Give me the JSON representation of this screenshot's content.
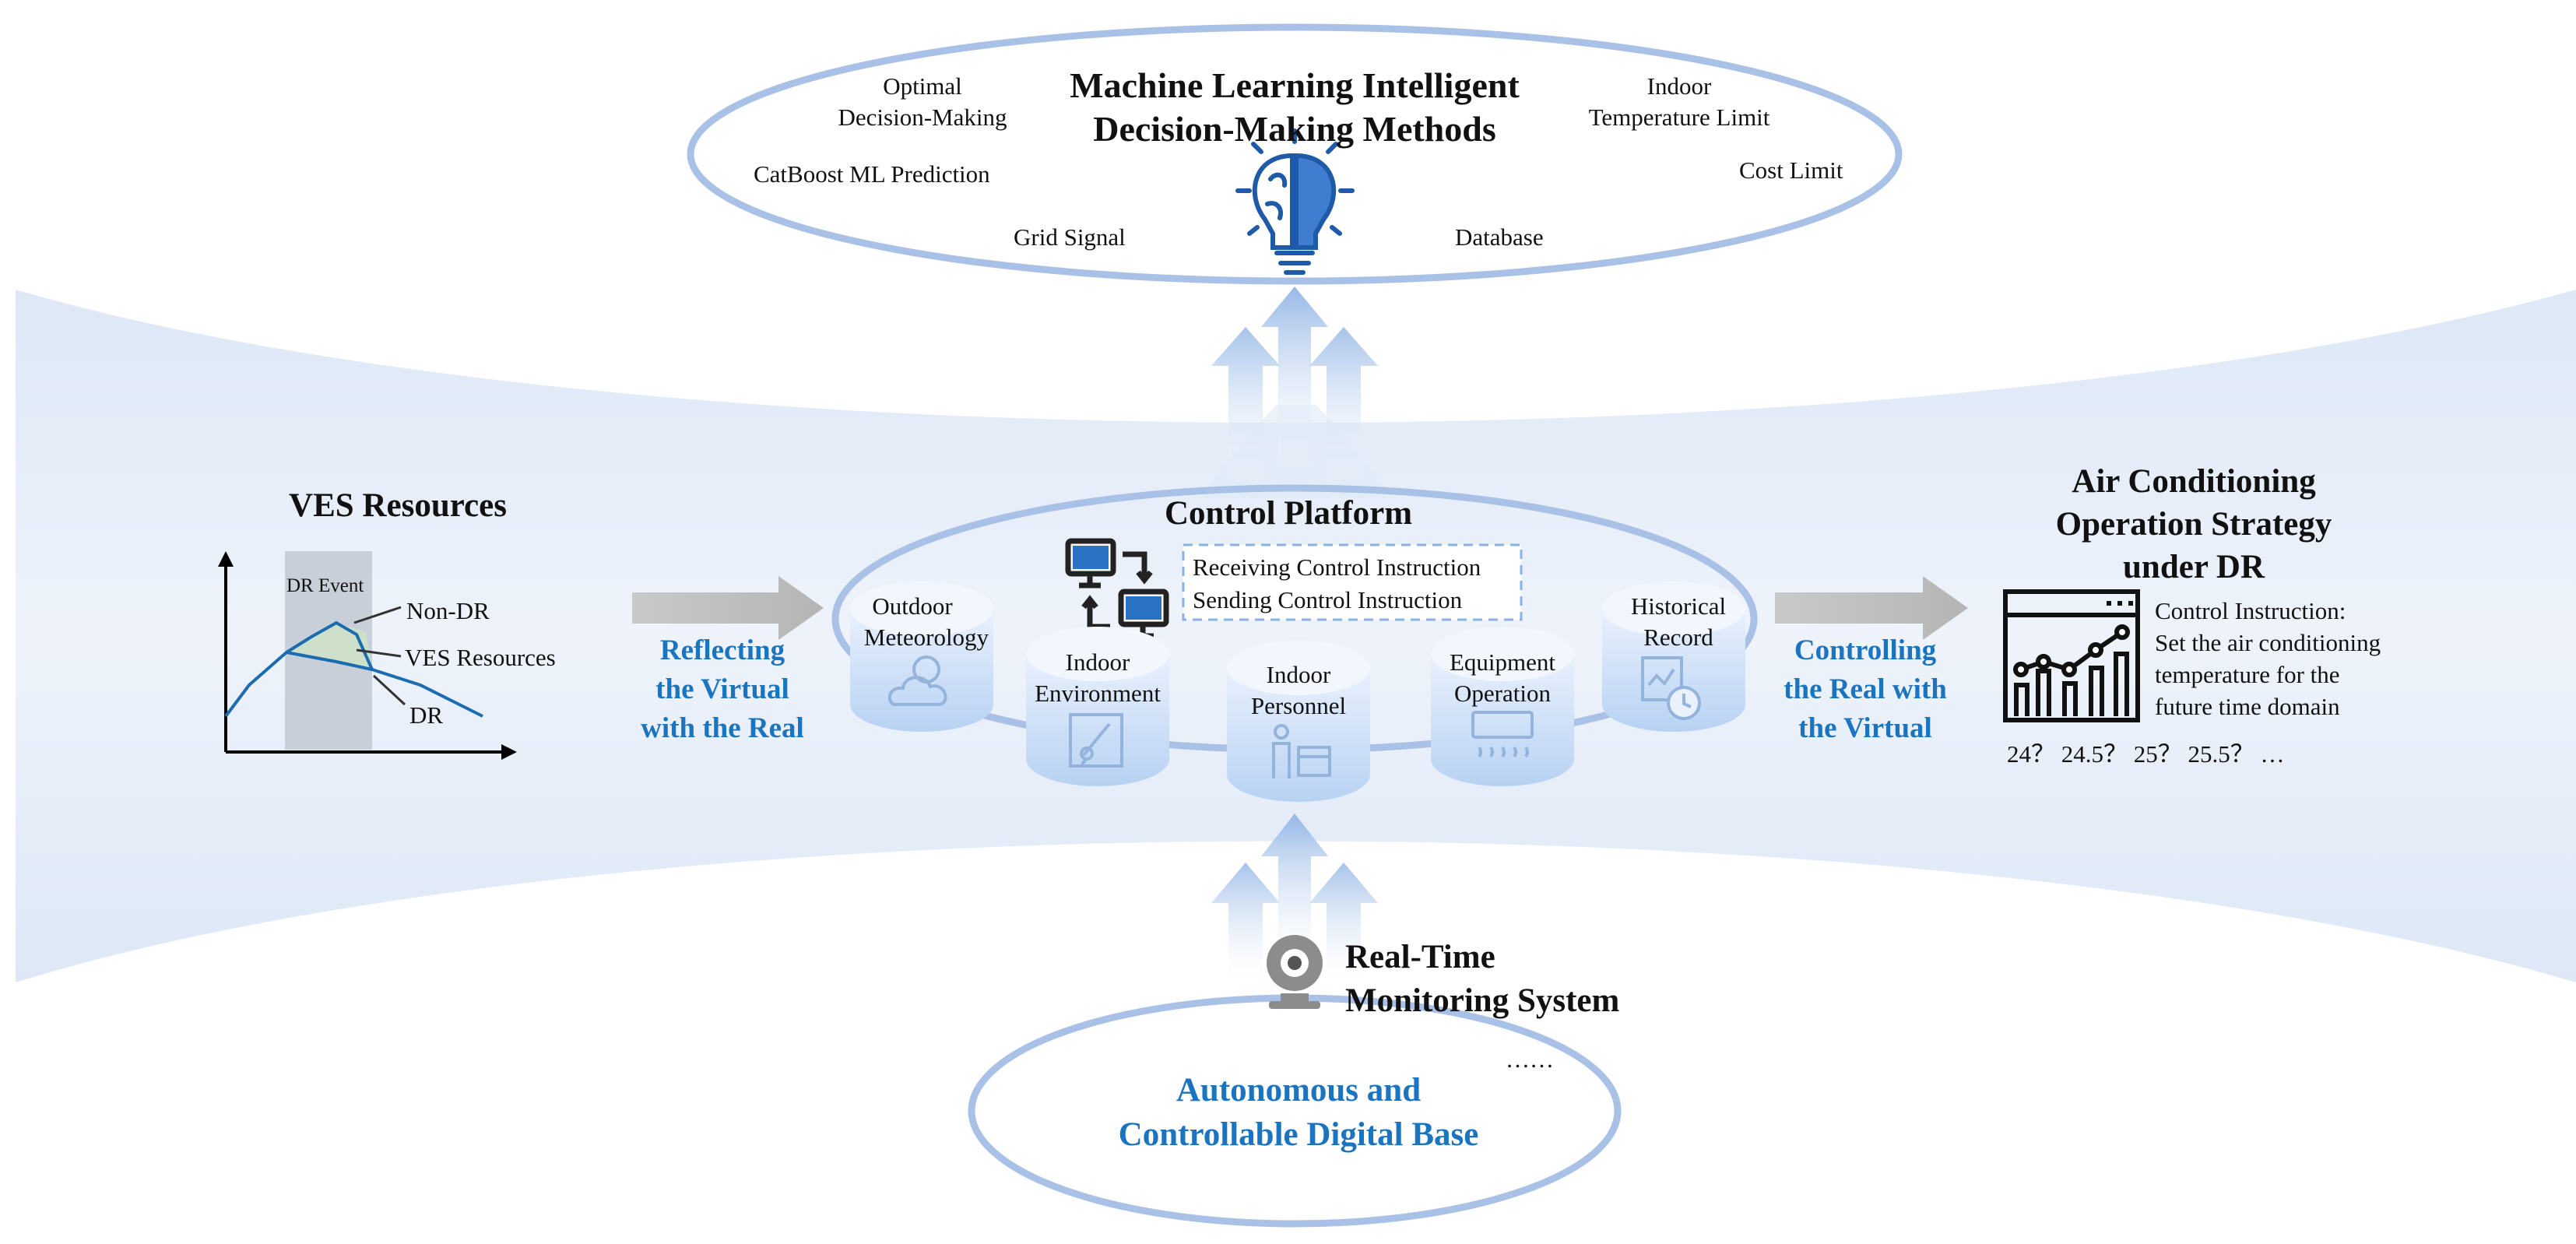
{
  "ml": {
    "title": [
      "Machine Learning Intelligent",
      "Decision-Making Methods"
    ],
    "optimal": [
      "Optimal",
      "Decision-Making"
    ],
    "catboost": "CatBoost ML Prediction",
    "grid": "Grid Signal",
    "indoor_temp": [
      "Indoor",
      "Temperature Limit"
    ],
    "cost": "Cost Limit",
    "database": "Database"
  },
  "ves": {
    "title": "VES Resources",
    "dr_event": "DR Event",
    "non_dr": "Non-DR",
    "ves_resources": "VES Resources",
    "dr": "DR"
  },
  "reflect": [
    "Reflecting",
    "the Virtual",
    "with the Real"
  ],
  "control": {
    "title": "Control Platform",
    "receiving": "Receiving Control Instruction",
    "sending": "Sending Control Instruction",
    "databases": [
      {
        "label": [
          "Outdoor",
          "Meteorology"
        ],
        "icon": "cloud-sun-icon"
      },
      {
        "label": [
          "Indoor",
          "Environment"
        ],
        "icon": "thermometer-icon"
      },
      {
        "label": [
          "Indoor",
          "Personnel"
        ],
        "icon": "person-calendar-icon"
      },
      {
        "label": [
          "Equipment",
          "Operation"
        ],
        "icon": "air-conditioner-icon"
      },
      {
        "label": [
          "Historical",
          "Record"
        ],
        "icon": "history-clock-icon"
      }
    ]
  },
  "controlling": [
    "Controlling",
    "the Real with",
    "the Virtual"
  ],
  "ac": {
    "title": [
      "Air Conditioning",
      "Operation Strategy",
      "under DR"
    ],
    "instruction": [
      "Control Instruction:",
      "Set the air conditioning",
      "temperature for the",
      "future time domain"
    ],
    "values": "24？ 24.5？ 25？ 25.5？ …"
  },
  "monitoring": [
    "Real-Time",
    "Monitoring System"
  ],
  "ellipsis": "……",
  "base": [
    "Autonomous and",
    "Controllable Digital Base"
  ],
  "colors": {
    "accent_blue": "#1a74bf",
    "ellipse_stroke": "#a9c1e6",
    "band": "#e8eff9",
    "arrow_gray": "#bfbfbf"
  }
}
